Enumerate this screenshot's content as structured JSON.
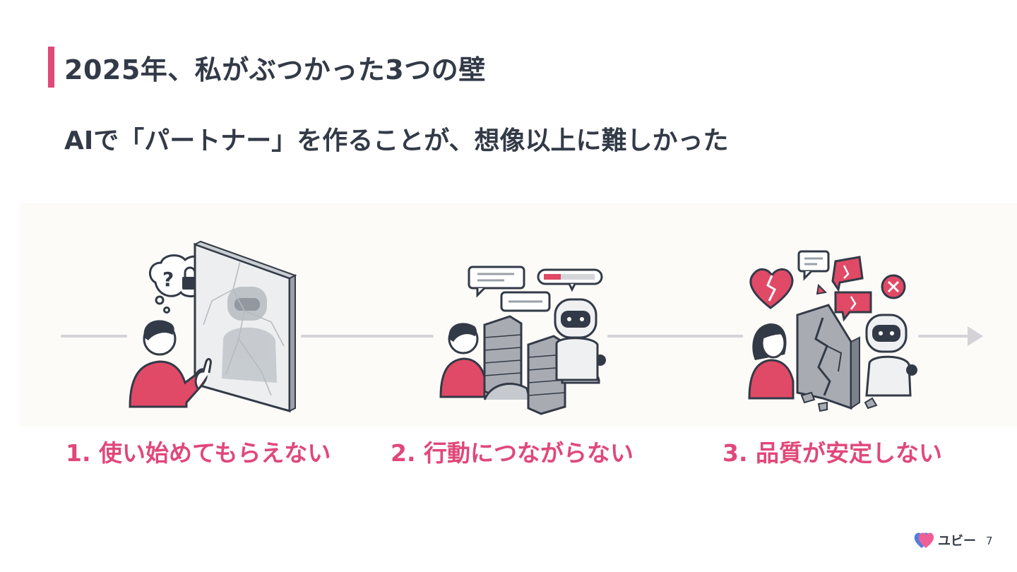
{
  "slide": {
    "title": "2025年、私がぶつかった3つの壁",
    "subtitle": "AIで「パートナー」を作ることが、想像以上に難しかった",
    "walls": [
      {
        "caption": "1. 使い始めてもらえない"
      },
      {
        "caption": "2. 行動につながらない"
      },
      {
        "caption": "3. 品質が安定しない"
      }
    ],
    "accent_color": "#e0487a",
    "text_color": "#333a47"
  },
  "footer": {
    "logo_text": "ユビー",
    "page_number": "7"
  }
}
